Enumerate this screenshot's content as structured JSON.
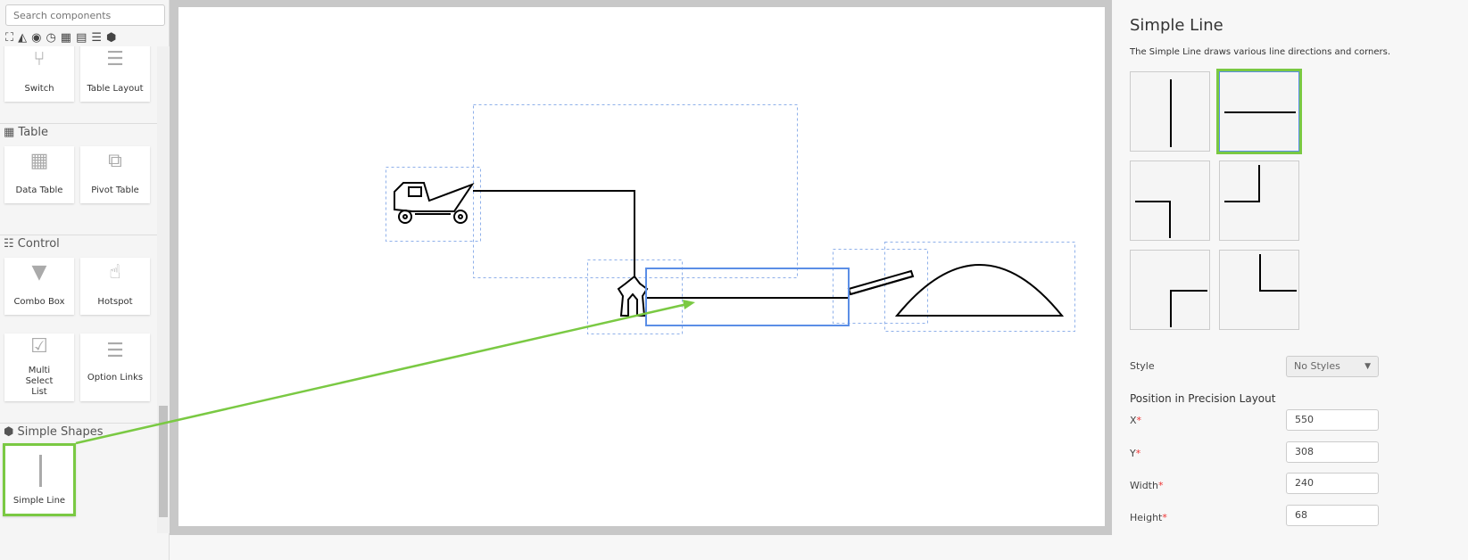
{
  "sidebar": {
    "search_placeholder": "Search components",
    "category_icons": [
      "hierarchy-icon",
      "area-chart-icon",
      "eye-icon",
      "clock-icon",
      "grid-icon",
      "table-icon",
      "sliders-icon",
      "cube-icon"
    ],
    "tiles_top": [
      {
        "label": "Switch",
        "icon": "switch-icon"
      },
      {
        "label": "Table Layout",
        "icon": "table-layout-icon"
      }
    ],
    "sections": [
      {
        "title": "Table",
        "icon": "table-icon",
        "tiles": [
          {
            "label": "Data Table",
            "icon": "data-table-icon"
          },
          {
            "label": "Pivot Table",
            "icon": "pivot-table-icon"
          }
        ]
      },
      {
        "title": "Control",
        "icon": "sliders-icon",
        "tiles": [
          {
            "label": "Combo Box",
            "icon": "combo-box-icon"
          },
          {
            "label": "Hotspot",
            "icon": "hand-pointer-icon"
          },
          {
            "label": "Multi Select List",
            "icon": "checklist-icon"
          },
          {
            "label": "Option Links",
            "icon": "option-links-icon"
          }
        ]
      },
      {
        "title": "Simple Shapes",
        "icon": "cube-icon",
        "tiles": [
          {
            "label": "Simple Line",
            "icon": "simple-line-icon"
          }
        ]
      }
    ]
  },
  "panel": {
    "title": "Simple Line",
    "description": "The Simple Line draws various line directions and corners.",
    "line_options": [
      "vertical",
      "horizontal",
      "corner-top-right",
      "corner-bottom-left",
      "corner-bottom-right",
      "corner-top-left"
    ],
    "selected_option": "horizontal",
    "style_label": "Style",
    "style_value": "No Styles",
    "position_heading": "Position in Precision Layout",
    "fields": [
      {
        "label": "X",
        "value": "550"
      },
      {
        "label": "Y",
        "value": "308"
      },
      {
        "label": "Width",
        "value": "240"
      },
      {
        "label": "Height",
        "value": "68"
      }
    ]
  },
  "colors": {
    "highlight": "#7ac943",
    "selection": "#5b8ee6"
  }
}
